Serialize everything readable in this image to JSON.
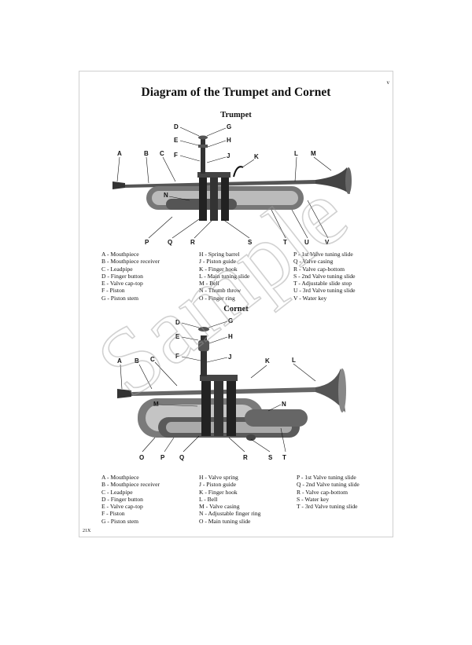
{
  "page": {
    "title": "Diagram of the Trumpet and Cornet",
    "corner_mark": "v",
    "page_number": "21X",
    "watermark": "Sample"
  },
  "trumpet": {
    "heading": "Trumpet",
    "labels": [
      "A",
      "B",
      "C",
      "D",
      "E",
      "F",
      "G",
      "H",
      "J",
      "K",
      "L",
      "M",
      "N",
      "P",
      "Q",
      "R",
      "S",
      "T",
      "U",
      "V"
    ],
    "legend": [
      [
        "A - Mouthpiece",
        "B - Mouthpiece receiver",
        "C - Leadpipe",
        "D - Finger button",
        "E - Valve cap-top",
        "F - Piston",
        "G - Piston stem"
      ],
      [
        "H - Spring barrel",
        "J - Piston guide",
        "K - Finger hook",
        "L - Main tuning slide",
        "M - Bell",
        "N - Thumb throw",
        "O - Finger ring"
      ],
      [
        "P - 1st Valve tuning slide",
        "Q - Valve casing",
        "R - Valve cap-bottom",
        "S - 2nd Valve tuning slide",
        "T - Adjustable slide stop",
        "U - 3rd Valve tuning slide",
        "V - Water key"
      ]
    ]
  },
  "cornet": {
    "heading": "Cornet",
    "labels": [
      "A",
      "B",
      "C",
      "D",
      "E",
      "F",
      "G",
      "H",
      "J",
      "K",
      "L",
      "M",
      "N",
      "O",
      "P",
      "Q",
      "R",
      "S",
      "T"
    ],
    "legend": [
      [
        "A - Mouthpiece",
        "B - Mouthpiece receiver",
        "C - Leadpipe",
        "D - Finger button",
        "E - Valve cap-top",
        "F - Piston",
        "G - Piston stem"
      ],
      [
        "H - Valve spring",
        "J - Piston guide",
        "K - Finger hook",
        "L - Bell",
        "M - Valve casing",
        "N - Adjustable finger ring",
        "O - Main tuning slide"
      ],
      [
        "P - 1st Valve tuning slide",
        "Q - 2nd Valve tuning slide",
        "R - Valve cap-bottom",
        "S - Water key",
        "T - 3rd Valve tuning slide"
      ]
    ]
  }
}
